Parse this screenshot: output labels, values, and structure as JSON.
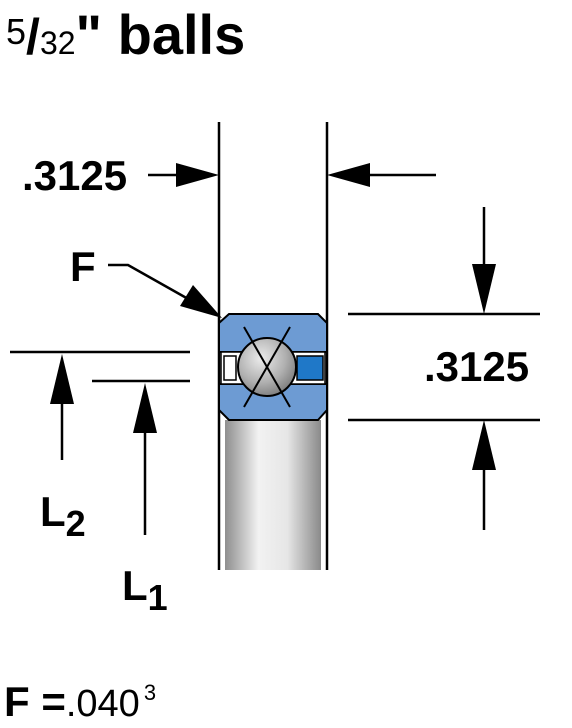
{
  "title": {
    "fraction_numerator": "5",
    "fraction_slash": "/",
    "fraction_denominator": "32",
    "unit_label": "\" balls"
  },
  "dimensions": {
    "width_label": ".3125",
    "height_label": ".3125",
    "chamfer_label": "F",
    "l2_letter": "L",
    "l2_sub": "2",
    "l1_letter": "L",
    "l1_sub": "1"
  },
  "footer": {
    "f_label": "F =",
    "f_value": ".040",
    "f_note": "3"
  },
  "colors": {
    "ring_blue": "#6d9bd3",
    "seal_blue": "#1f78c8",
    "ball_gray": "#a8a8a8",
    "inner_ring_gray": "#cfcfcf"
  },
  "icons": [
    "arrow-right-icon",
    "arrow-left-icon",
    "arrow-down-icon",
    "arrow-up-icon",
    "ball-icon"
  ]
}
